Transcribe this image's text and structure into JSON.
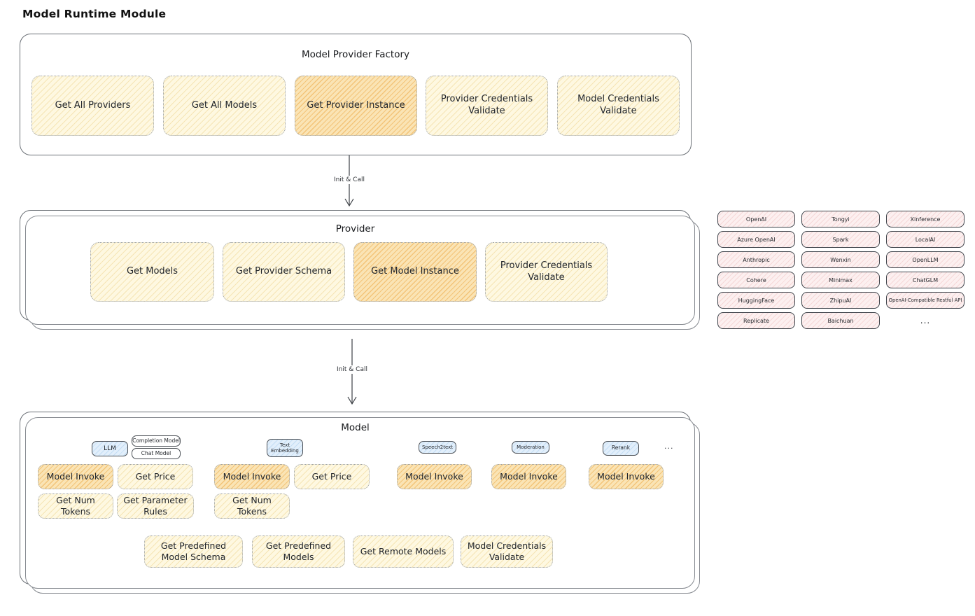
{
  "page_title": "Model Runtime Module",
  "colors": {
    "yellow_fill": "#FEF8E1",
    "orange_fill": "#FAE4B5",
    "pink_fill": "#FCF0F0",
    "blue_fill": "#E2EFFB",
    "stroke_dark": "#343A40"
  },
  "factory": {
    "title": "Model Provider Factory",
    "buttons": [
      {
        "label": "Get All Providers"
      },
      {
        "label": "Get All Models"
      },
      {
        "label": "Get Provider Instance",
        "highlighted": true
      },
      {
        "label": "Provider Credentials Validate"
      },
      {
        "label": "Model Credentials Validate"
      }
    ]
  },
  "arrow_factory_provider": {
    "label": "Init & Call"
  },
  "provider": {
    "title": "Provider",
    "buttons": [
      {
        "label": "Get Models"
      },
      {
        "label": "Get Provider Schema"
      },
      {
        "label": "Get Model Instance",
        "highlighted": true
      },
      {
        "label": "Provider Credentials Validate"
      }
    ]
  },
  "provider_list": {
    "items": [
      "OpenAI",
      "Tongyi",
      "Xinference",
      "Azure OpenAI",
      "Spark",
      "LocalAI",
      "Anthropic",
      "Wenxin",
      "OpenLLM",
      "Cohere",
      "Minimax",
      "ChatGLM",
      "HuggingFace",
      "ZhipuAI",
      "OpenAI-Compatible Restful API",
      "Replicate",
      "Baichuan",
      "..."
    ]
  },
  "arrow_provider_model": {
    "label": "Init & Call"
  },
  "model": {
    "title": "Model",
    "tags": {
      "llm": "LLM",
      "completion_model": "Completion Model",
      "chat_model": "Chat Model",
      "text_embedding": "Text Embedding",
      "speech2text": "Speech2text",
      "moderation": "Moderation",
      "rerank": "Rerank",
      "more": "..."
    },
    "capability_buttons": [
      "Model Invoke",
      "Get Price",
      "Model Invoke",
      "Get Price",
      "Model Invoke",
      "Model Invoke",
      "Model Invoke"
    ],
    "utility_buttons": [
      "Get Num Tokens",
      "Get Parameter Rules",
      "Get Num Tokens"
    ],
    "shared_buttons": [
      "Get Predefined Model Schema",
      "Get Predefined Models",
      "Get Remote Models",
      "Model Credentials Validate"
    ]
  }
}
